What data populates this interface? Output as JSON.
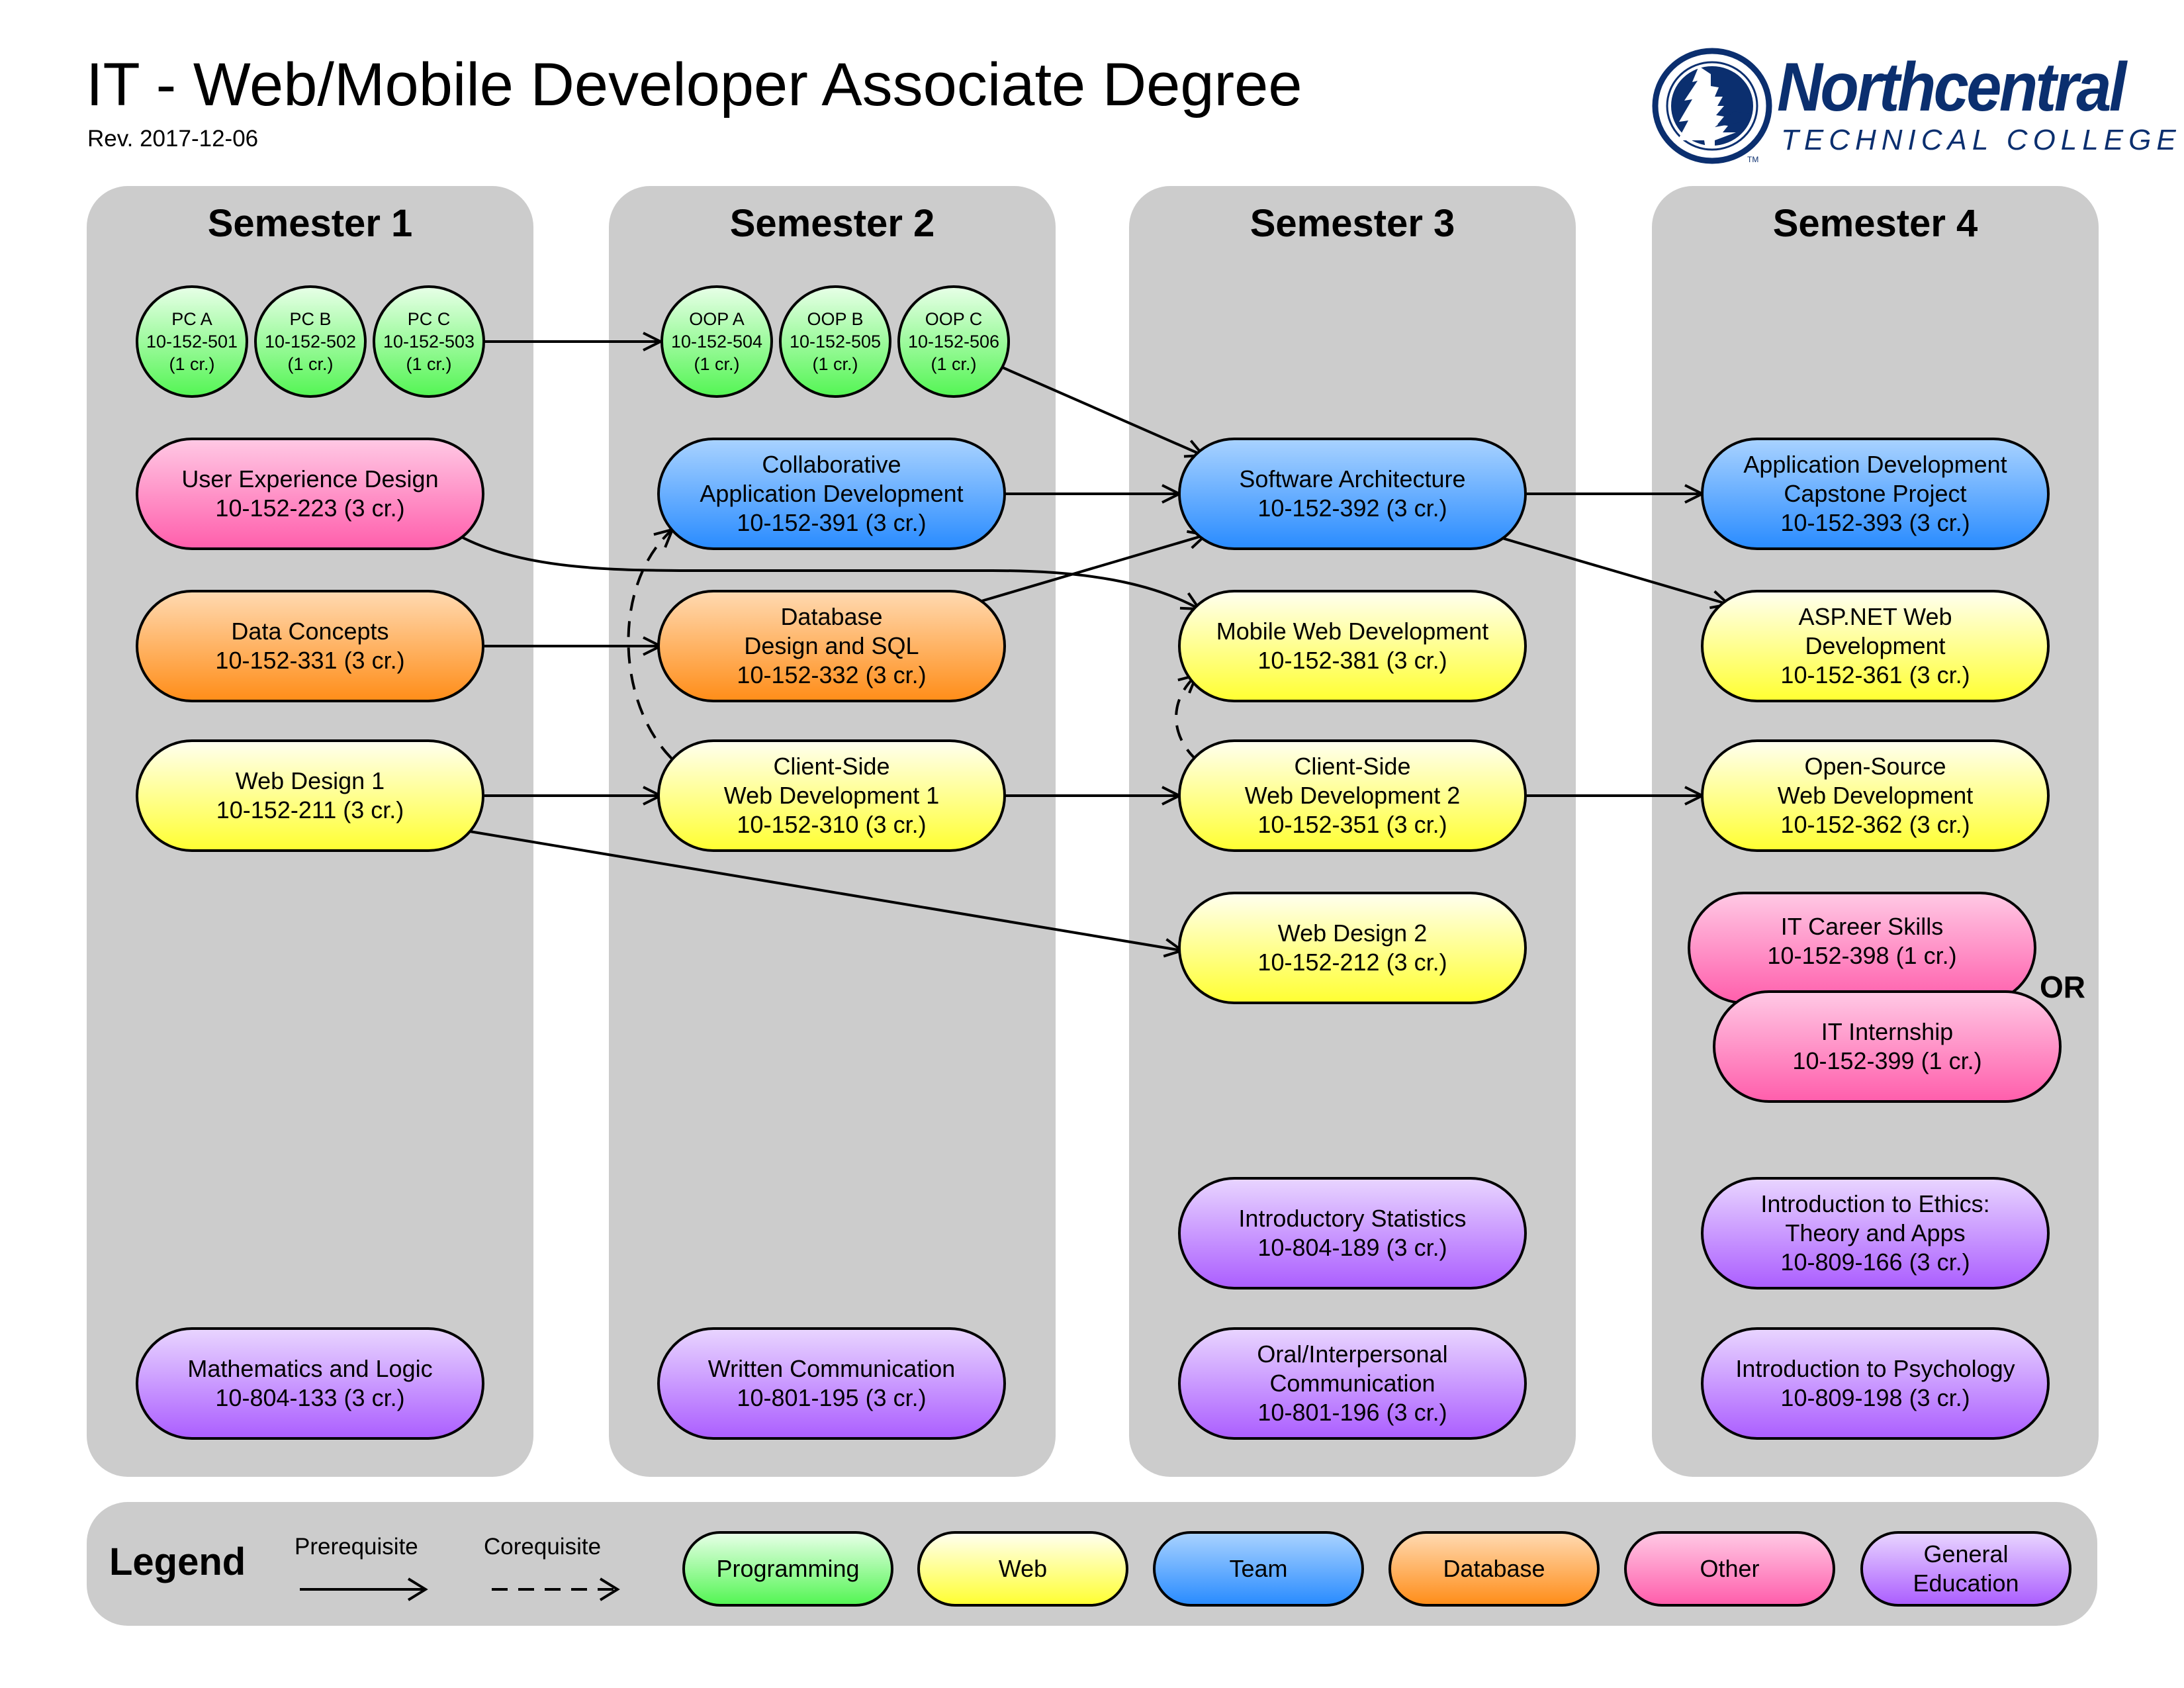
{
  "header": {
    "title": "IT - Web/Mobile Developer Associate Degree",
    "revision": "Rev. 2017-12-06"
  },
  "logo": {
    "icon": "pine-tree-emblem-icon",
    "wordmark": "Northcentral",
    "subtitle": "TECHNICAL COLLEGE",
    "trademark": "TM",
    "color": "#0b2f6f"
  },
  "semesters": [
    {
      "title": "Semester 1"
    },
    {
      "title": "Semester 2"
    },
    {
      "title": "Semester 3"
    },
    {
      "title": "Semester 4"
    }
  ],
  "categories": {
    "programming": {
      "label": "Programming",
      "color_top": "#e6ffe6",
      "color_bottom": "#55f555"
    },
    "web": {
      "label": "Web",
      "color_top": "#ffffee",
      "color_bottom": "#ffff33"
    },
    "team": {
      "label": "Team",
      "color_top": "#a8d2ff",
      "color_bottom": "#2a8cff"
    },
    "database": {
      "label": "Database",
      "color_top": "#ffd9b0",
      "color_bottom": "#ff8e1a"
    },
    "other": {
      "label": "Other",
      "color_top": "#ffc8e4",
      "color_bottom": "#ff5fac"
    },
    "general": {
      "label": "General Education",
      "color_top": "#e8d4ff",
      "color_bottom": "#ac5fff"
    }
  },
  "courses": {
    "pca": {
      "semester": 1,
      "category": "programming",
      "lines": [
        "PC A",
        "10-152-501",
        "(1 cr.)"
      ]
    },
    "pcb": {
      "semester": 1,
      "category": "programming",
      "lines": [
        "PC B",
        "10-152-502",
        "(1 cr.)"
      ]
    },
    "pcc": {
      "semester": 1,
      "category": "programming",
      "lines": [
        "PC C",
        "10-152-503",
        "(1 cr.)"
      ]
    },
    "ux": {
      "semester": 1,
      "category": "other",
      "lines": [
        "User Experience Design",
        "10-152-223 (3 cr.)"
      ]
    },
    "dc": {
      "semester": 1,
      "category": "database",
      "lines": [
        "Data Concepts",
        "10-152-331 (3 cr.)"
      ]
    },
    "wd1": {
      "semester": 1,
      "category": "web",
      "lines": [
        "Web Design 1",
        "10-152-211 (3 cr.)"
      ]
    },
    "math": {
      "semester": 1,
      "category": "general",
      "lines": [
        "Mathematics and Logic",
        "10-804-133 (3 cr.)"
      ]
    },
    "oopa": {
      "semester": 2,
      "category": "programming",
      "lines": [
        "OOP A",
        "10-152-504",
        "(1 cr.)"
      ]
    },
    "oopb": {
      "semester": 2,
      "category": "programming",
      "lines": [
        "OOP B",
        "10-152-505",
        "(1 cr.)"
      ]
    },
    "oopc": {
      "semester": 2,
      "category": "programming",
      "lines": [
        "OOP C",
        "10-152-506",
        "(1 cr.)"
      ]
    },
    "collab": {
      "semester": 2,
      "category": "team",
      "lines": [
        "Collaborative",
        "Application Development",
        "10-152-391 (3 cr.)"
      ]
    },
    "dbsql": {
      "semester": 2,
      "category": "database",
      "lines": [
        "Database",
        "Design and SQL",
        "10-152-332 (3 cr.)"
      ]
    },
    "cswd1": {
      "semester": 2,
      "category": "web",
      "lines": [
        "Client-Side",
        "Web Development 1",
        "10-152-310 (3 cr.)"
      ]
    },
    "wcomm": {
      "semester": 2,
      "category": "general",
      "lines": [
        "Written Communication",
        "10-801-195 (3 cr.)"
      ]
    },
    "sa": {
      "semester": 3,
      "category": "team",
      "lines": [
        "Software Architecture",
        "10-152-392 (3 cr.)"
      ]
    },
    "mwd": {
      "semester": 3,
      "category": "web",
      "lines": [
        "Mobile Web Development",
        "10-152-381 (3 cr.)"
      ]
    },
    "cswd2": {
      "semester": 3,
      "category": "web",
      "lines": [
        "Client-Side",
        "Web Development 2",
        "10-152-351 (3 cr.)"
      ]
    },
    "wd2": {
      "semester": 3,
      "category": "web",
      "lines": [
        "Web Design 2",
        "10-152-212 (3 cr.)"
      ]
    },
    "stats": {
      "semester": 3,
      "category": "general",
      "lines": [
        "Introductory Statistics",
        "10-804-189 (3 cr.)"
      ]
    },
    "oral": {
      "semester": 3,
      "category": "general",
      "lines": [
        "Oral/Interpersonal",
        "Communication",
        "10-801-196 (3 cr.)"
      ]
    },
    "cap": {
      "semester": 4,
      "category": "team",
      "lines": [
        "Application Development",
        "Capstone Project",
        "10-152-393 (3 cr.)"
      ]
    },
    "asp": {
      "semester": 4,
      "category": "web",
      "lines": [
        "ASP.NET Web",
        "Development",
        "10-152-361 (3 cr.)"
      ]
    },
    "oswd": {
      "semester": 4,
      "category": "web",
      "lines": [
        "Open-Source",
        "Web Development",
        "10-152-362 (3 cr.)"
      ]
    },
    "career": {
      "semester": 4,
      "category": "other",
      "lines": [
        "IT Career Skills",
        "10-152-398 (1 cr.)"
      ]
    },
    "intern": {
      "semester": 4,
      "category": "other",
      "lines": [
        "IT Internship",
        "10-152-399 (1 cr.)"
      ]
    },
    "ethics": {
      "semester": 4,
      "category": "general",
      "lines": [
        "Introduction to Ethics:",
        "Theory and Apps",
        "10-809-166 (3 cr.)"
      ]
    },
    "psych": {
      "semester": 4,
      "category": "general",
      "lines": [
        "Introduction to Psychology",
        "10-809-198 (3 cr.)"
      ]
    }
  },
  "or_label": "OR",
  "relationships": [
    {
      "from": "pcc",
      "to": "oopa",
      "type": "prerequisite"
    },
    {
      "from": "oopc",
      "to": "sa",
      "type": "prerequisite"
    },
    {
      "from": "collab",
      "to": "sa",
      "type": "prerequisite"
    },
    {
      "from": "dbsql",
      "to": "sa",
      "type": "prerequisite"
    },
    {
      "from": "ux",
      "to": "mwd",
      "type": "prerequisite"
    },
    {
      "from": "dc",
      "to": "dbsql",
      "type": "prerequisite"
    },
    {
      "from": "wd1",
      "to": "cswd1",
      "type": "prerequisite"
    },
    {
      "from": "wd1",
      "to": "wd2",
      "type": "prerequisite"
    },
    {
      "from": "cswd1",
      "to": "cswd2",
      "type": "prerequisite"
    },
    {
      "from": "cswd1",
      "to": "collab",
      "type": "corequisite"
    },
    {
      "from": "cswd2",
      "to": "mwd",
      "type": "corequisite"
    },
    {
      "from": "sa",
      "to": "cap",
      "type": "prerequisite"
    },
    {
      "from": "sa",
      "to": "asp",
      "type": "prerequisite"
    },
    {
      "from": "cswd2",
      "to": "oswd",
      "type": "prerequisite"
    }
  ],
  "legend": {
    "title": "Legend",
    "prerequisite_label": "Prerequisite",
    "corequisite_label": "Corequisite",
    "items": [
      {
        "key": "programming",
        "label": "Programming"
      },
      {
        "key": "web",
        "label": "Web"
      },
      {
        "key": "team",
        "label": "Team"
      },
      {
        "key": "database",
        "label": "Database"
      },
      {
        "key": "other",
        "label": "Other"
      },
      {
        "key": "general",
        "label": "General Education"
      }
    ]
  }
}
